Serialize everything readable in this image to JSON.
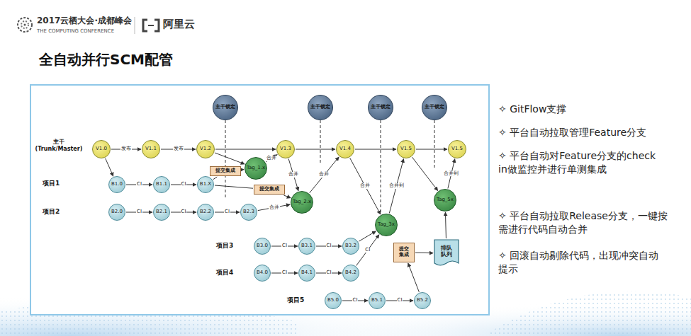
{
  "diagram": {
    "title": "全自动并行SCM配管",
    "nodes": [
      {
        "text": [
          "主干锁定"
        ]
      },
      {
        "text": [
          "主干锁定"
        ]
      },
      {
        "text": [
          "主干锁定"
        ]
      },
      {
        "text": [
          "主干锁定"
        ]
      },
      {
        "text": [
          "V1.0"
        ]
      },
      {
        "text": [
          "V1.1"
        ]
      },
      {
        "text": [
          "V1.2"
        ]
      },
      {
        "text": [
          "V1.3"
        ]
      },
      {
        "text": [
          "V1.4"
        ]
      },
      {
        "text": [
          "V1.5"
        ]
      },
      {
        "text": [
          "V1.5"
        ]
      },
      {
        "text": [
          "提交集成"
        ]
      },
      {
        "text": [
          "Tag_1.x"
        ]
      },
      {
        "text": [
          "提交集成"
        ]
      },
      {
        "text": [
          "B1.0"
        ]
      },
      {
        "text": [
          "B1.1"
        ]
      },
      {
        "text": [
          "B1.X"
        ]
      },
      {
        "text": [
          "Tag_2.x"
        ]
      },
      {
        "text": [
          "B2.0"
        ]
      },
      {
        "text": [
          "B2.1"
        ]
      },
      {
        "text": [
          "B2.2"
        ]
      },
      {
        "text": [
          "B2.3"
        ]
      },
      {
        "text": [
          "Tag_5x"
        ]
      },
      {
        "text": [
          "Tag_3x"
        ]
      },
      {
        "text": [
          "B3.0"
        ]
      },
      {
        "text": [
          "B3.1"
        ]
      },
      {
        "text": [
          "B3.2"
        ]
      },
      {
        "text": [
          "提交集成"
        ]
      },
      {
        "text": [
          "排队队列"
        ]
      },
      {
        "text": [
          "B4.0"
        ]
      },
      {
        "text": [
          "B4.1"
        ]
      },
      {
        "text": [
          "B4.2"
        ]
      },
      {
        "text": [
          "B5.0"
        ]
      },
      {
        "text": [
          "B5.1"
        ]
      },
      {
        "text": [
          "B5.2"
        ]
      }
    ],
    "edges": [
      {
        "from": 4,
        "to": 5,
        "arrow": "to",
        "label": "发布"
      },
      {
        "from": 5,
        "to": 6,
        "arrow": "to",
        "label": "发布"
      },
      {
        "from": 6,
        "to": 7,
        "arrow": "to"
      },
      {
        "from": 7,
        "to": 8,
        "arrow": "to"
      },
      {
        "from": 8,
        "to": 9,
        "arrow": "to"
      },
      {
        "from": 9,
        "to": 10,
        "arrow": "to"
      },
      {
        "from": 4,
        "to": 14,
        "arrow": "to"
      },
      {
        "from": 14,
        "to": 15,
        "arrow": "to",
        "label": "CI"
      },
      {
        "from": 15,
        "to": 16,
        "arrow": "to",
        "label": "CI"
      },
      {
        "from": 16,
        "to": 11,
        "arrow": "none"
      },
      {
        "from": 11,
        "to": 12,
        "arrow": "to"
      },
      {
        "from": 6,
        "to": 12,
        "arrow": "to"
      },
      {
        "from": 12,
        "to": 7,
        "arrow": "to",
        "label": "合并"
      },
      {
        "from": 7,
        "to": 17,
        "arrow": "to",
        "label": "合并"
      },
      {
        "from": 16,
        "to": 13,
        "arrow": "none"
      },
      {
        "from": 13,
        "to": 17,
        "arrow": "to"
      },
      {
        "from": 18,
        "to": 19,
        "arrow": "to",
        "label": "CI"
      },
      {
        "from": 19,
        "to": 20,
        "arrow": "to",
        "label": "CI"
      },
      {
        "from": 20,
        "to": 21,
        "arrow": "to",
        "label": "CI"
      },
      {
        "from": 21,
        "to": 17,
        "arrow": "to",
        "label": "合并"
      },
      {
        "from": 17,
        "to": 8,
        "arrow": "to",
        "label": "合并"
      },
      {
        "from": 8,
        "to": 23,
        "arrow": "to",
        "label": "合并"
      },
      {
        "from": 23,
        "to": 9,
        "arrow": "to",
        "label": "合并到"
      },
      {
        "from": 9,
        "to": 22,
        "arrow": "to"
      },
      {
        "from": 22,
        "to": 10,
        "arrow": "to",
        "label": "合并到"
      },
      {
        "from": 24,
        "to": 25,
        "arrow": "to",
        "label": "CI"
      },
      {
        "from": 25,
        "to": 26,
        "arrow": "to",
        "label": "CI"
      },
      {
        "from": 26,
        "to": 23,
        "arrow": "to"
      },
      {
        "from": 29,
        "to": 30,
        "arrow": "to",
        "label": "CI"
      },
      {
        "from": 30,
        "to": 31,
        "arrow": "to",
        "label": "CI"
      },
      {
        "from": 31,
        "to": 23,
        "arrow": "to",
        "label": "CI"
      },
      {
        "from": 32,
        "to": 33,
        "arrow": "to",
        "label": "CI"
      },
      {
        "from": 33,
        "to": 34,
        "arrow": "to",
        "label": "CI"
      },
      {
        "from": 34,
        "to": 27,
        "arrow": "to"
      },
      {
        "from": 27,
        "to": 28,
        "arrow": "to"
      },
      {
        "from": 28,
        "to": 22,
        "arrow": "to"
      }
    ],
    "labels": [
      "2017云栖大会·成都峰会",
      "THE COMPUTING CONFERENCE",
      "阿里云",
      "主干 (Trunk/Master)",
      "项目1",
      "项目2",
      "项目3",
      "项目4",
      "项目5",
      "✧ GitFlow支撑",
      "✧ 平台自动拉取管理Feature分支",
      "✧ 平台自动对Feature分支的check in做监控并进行单测集成",
      "✧ 平台自动拉取Release分支，一键按需进行代码自动合并",
      "✧ 回滚自动剔除代码，出现冲突自动提示"
    ]
  }
}
